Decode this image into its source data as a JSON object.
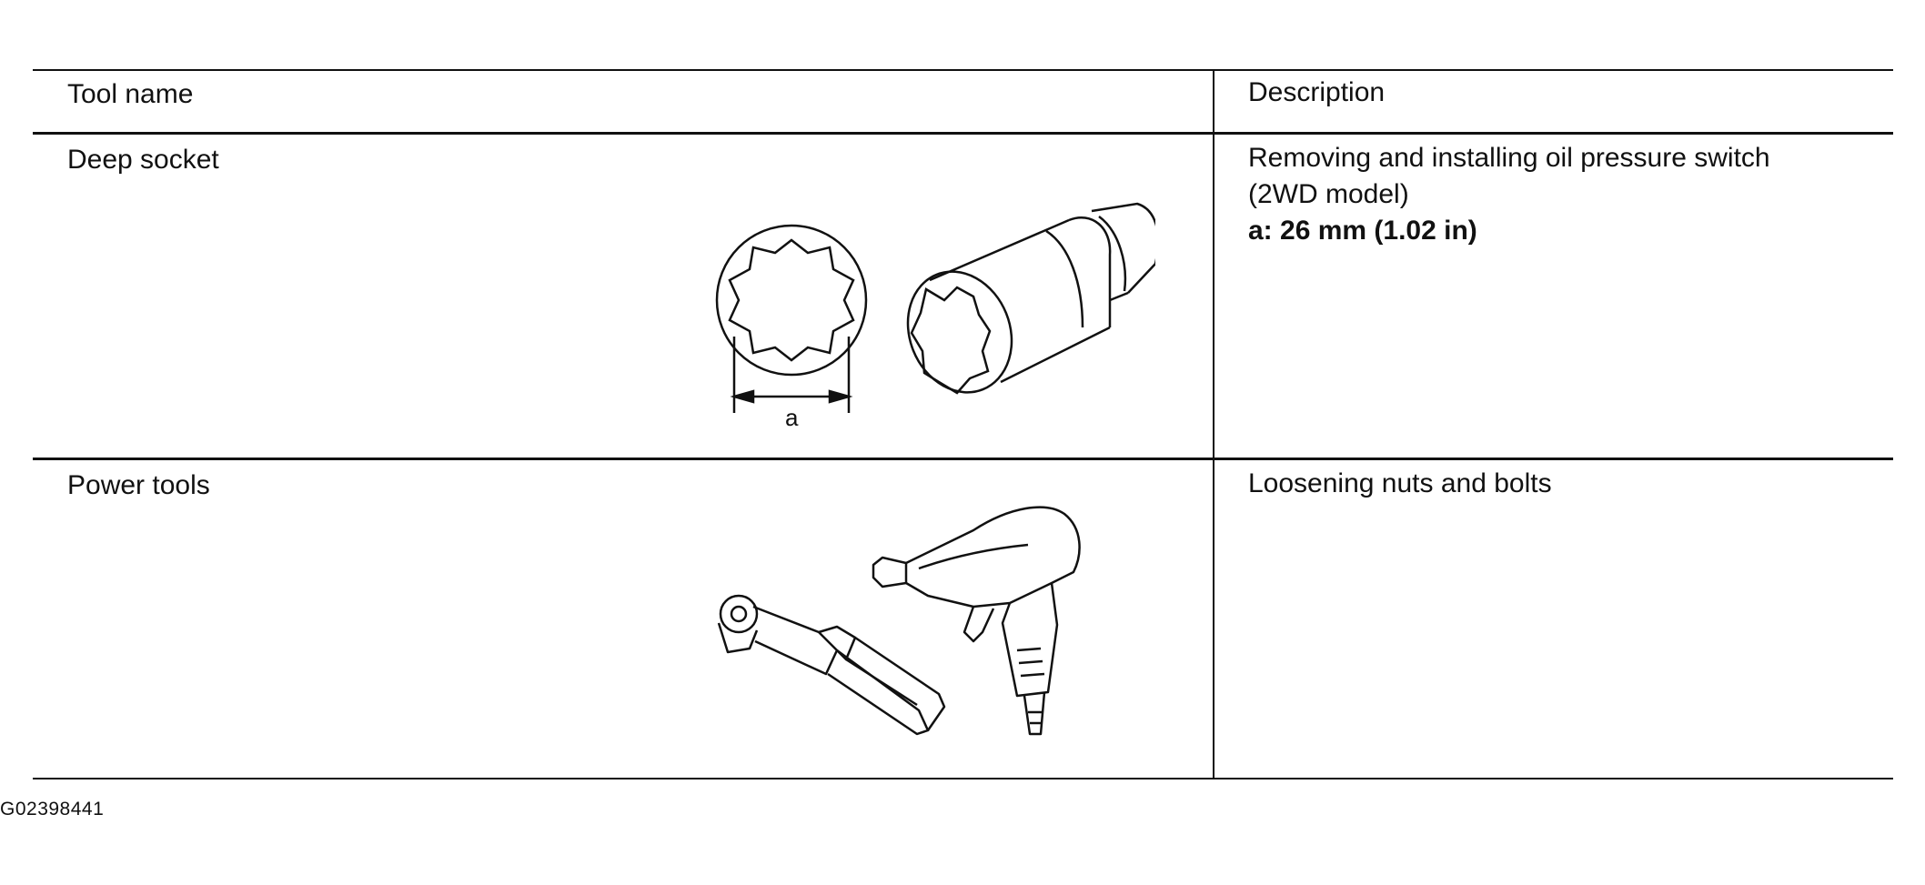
{
  "table": {
    "header": {
      "tool_name": "Tool name",
      "description": "Description"
    },
    "rows": [
      {
        "tool_name": "Deep socket",
        "description": [
          "Removing and installing oil pressure switch",
          "(2WD model)"
        ],
        "spec": "a: 26 mm (1.02 in)",
        "illustration_label": "a",
        "illustration_icon": "deep-socket-icon"
      },
      {
        "tool_name": "Power tools",
        "description": [
          "Loosening nuts and bolts"
        ],
        "illustration_icon": "power-tools-icon"
      }
    ]
  },
  "figure_id": "G02398441"
}
